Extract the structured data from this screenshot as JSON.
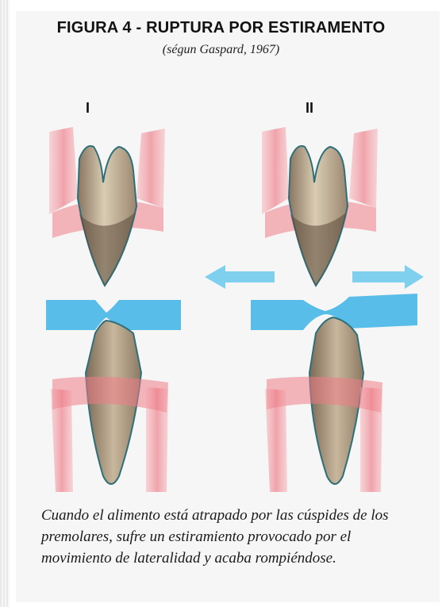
{
  "figure": {
    "title": "FIGURA 4 - RUPTURA POR ESTIRAMENTO",
    "source": "(ségun Gaspard, 1967)",
    "panels": [
      {
        "numeral": "I"
      },
      {
        "numeral": "II"
      }
    ],
    "caption": "Cuando el alimento está atrapado por las cúspides de los premolares, sufre un estiramiento provocado por el movimiento de lateralidad y acaba rompiéndose."
  },
  "colors": {
    "gum": "#ee7b86",
    "tooth_crown": "#cdbfa6",
    "tooth_root": "#a4917c",
    "tooth_edge": "#2f6f78",
    "food_bolus": "#58bde8",
    "arrows": "#7fd0ef",
    "panel_bg": "#f6f6f6"
  },
  "icons": {
    "arrow_left": "arrow-left-icon",
    "arrow_right": "arrow-right-icon"
  }
}
